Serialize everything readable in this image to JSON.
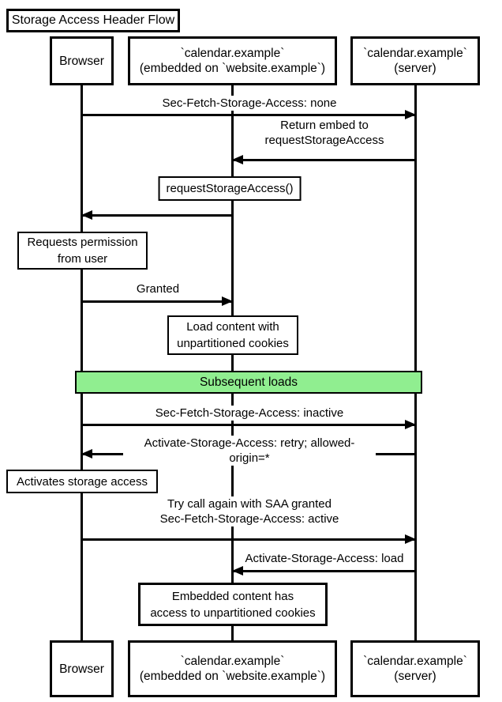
{
  "diagram": {
    "title": "Storage Access Header Flow",
    "participants": {
      "browser": "Browser",
      "embed": "`calendar.example`\n(embedded on `website.example`)",
      "server": "`calendar.example`\n(server)"
    },
    "messages": [
      {
        "label": "Sec-Fetch-Storage-Access: none",
        "from": "browser",
        "to": "server"
      },
      {
        "label": "Return embed to\nrequestStorageAccess",
        "from": "server",
        "to": "embed"
      },
      {
        "label": "requestStorageAccess()",
        "from": "embed",
        "to": "browser"
      },
      {
        "label": "Granted",
        "from": "browser",
        "to": "embed"
      },
      {
        "label": "Sec-Fetch-Storage-Access: inactive",
        "from": "browser",
        "to": "server"
      },
      {
        "label": "Activate-Storage-Access: retry; allowed-origin=*",
        "from": "server",
        "to": "browser"
      },
      {
        "label": "Try call again with SAA granted\nSec-Fetch-Storage-Access: active",
        "from": "browser",
        "to": "server"
      },
      {
        "label": "Activate-Storage-Access: load",
        "from": "server",
        "to": "embed"
      }
    ],
    "notes": [
      {
        "label": "Requests permission\nfrom user",
        "over": "browser"
      },
      {
        "label": "Load content with\nunpartitioned cookies",
        "over": "embed"
      },
      {
        "label": "Activates storage access",
        "over": "browser"
      },
      {
        "label": "Embedded content has\naccess to unpartitioned cookies",
        "over": "embed"
      }
    ],
    "divider": {
      "label": "Subsequent loads",
      "fill": "#90EE90"
    },
    "colors": {
      "line": "#000000",
      "background": "#ffffff",
      "divider_fill": "#90EE90"
    }
  }
}
